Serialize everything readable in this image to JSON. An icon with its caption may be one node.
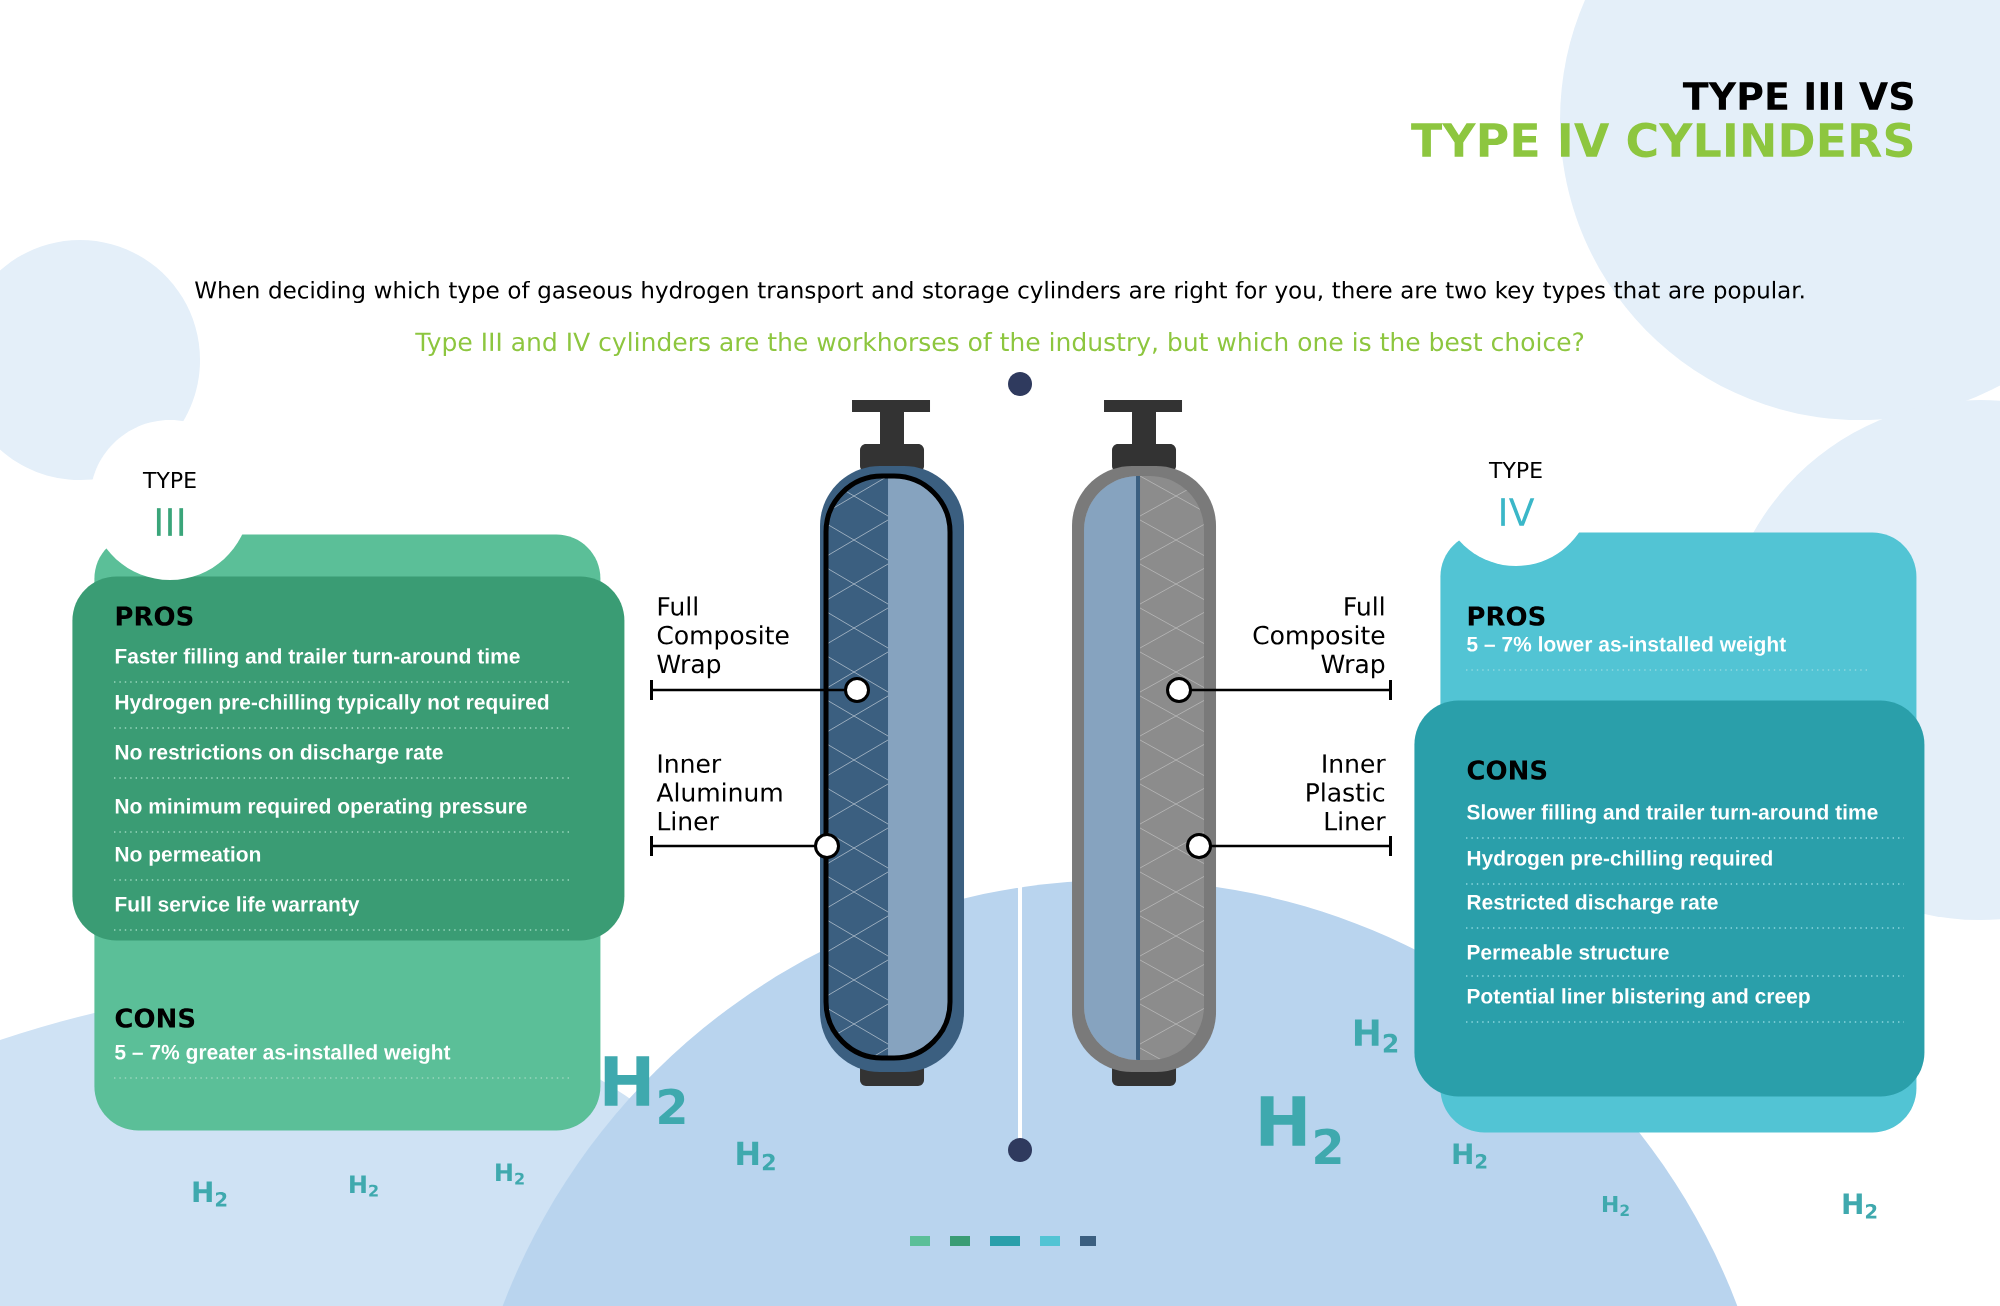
{
  "diagram": {
    "nodes": [
      {
        "text": [
          "TYPE",
          "III"
        ]
      },
      {
        "text": [
          "PROS",
          "Faster filling and trailer turn-around time",
          "Hydrogen pre-chilling typically not required",
          "No restrictions on discharge rate",
          "No minimum required operating pressure",
          "No permeation",
          "Full service life warranty"
        ]
      },
      {
        "text": [
          "CONS",
          "5 – 7% greater as-installed weight"
        ]
      },
      {
        "text": [
          "Full Composite Wrap"
        ]
      },
      {
        "text": [
          "Inner Aluminum Liner"
        ]
      },
      {
        "text": [],
        "shape": "picture"
      },
      {
        "text": [],
        "shape": "picture"
      },
      {
        "text": [
          "Full Composite Wrap"
        ]
      },
      {
        "text": [
          "Inner Plastic Liner"
        ]
      },
      {
        "text": [
          "TYPE",
          "IV"
        ]
      },
      {
        "text": [
          "PROS",
          "5 – 7% lower as-installed weight"
        ]
      },
      {
        "text": [
          "CONS",
          "Slower filling and trailer turn-around time",
          "Hydrogen pre-chilling required",
          "Restricted discharge rate",
          "Permeable structure",
          "Potential liner blistering and creep"
        ]
      }
    ],
    "edges": [
      {
        "from": 3,
        "to": 5,
        "arrow": "other"
      },
      {
        "from": 4,
        "to": 5,
        "arrow": "other"
      },
      {
        "from": 7,
        "to": 6,
        "arrow": "other"
      },
      {
        "from": 8,
        "to": 6,
        "arrow": "other"
      }
    ],
    "labels": [
      "TYPE III VS",
      "TYPE IV CYLINDERS",
      "When deciding which type of gaseous hydrogen transport and storage cylinders are right for you, there are two key types that are popular.",
      "Type III and IV cylinders are the workhorses of the industry, but which one is the best choice?",
      "H$_{2}$",
      "H$_{2}$",
      "H$_{2}$",
      "H$_{2}$",
      "H$_{2}$",
      "H$_{2}$",
      "H$_{2}$",
      "H$_{2}$",
      "H$_{2}$",
      "H$_{2}$"
    ]
  }
}
